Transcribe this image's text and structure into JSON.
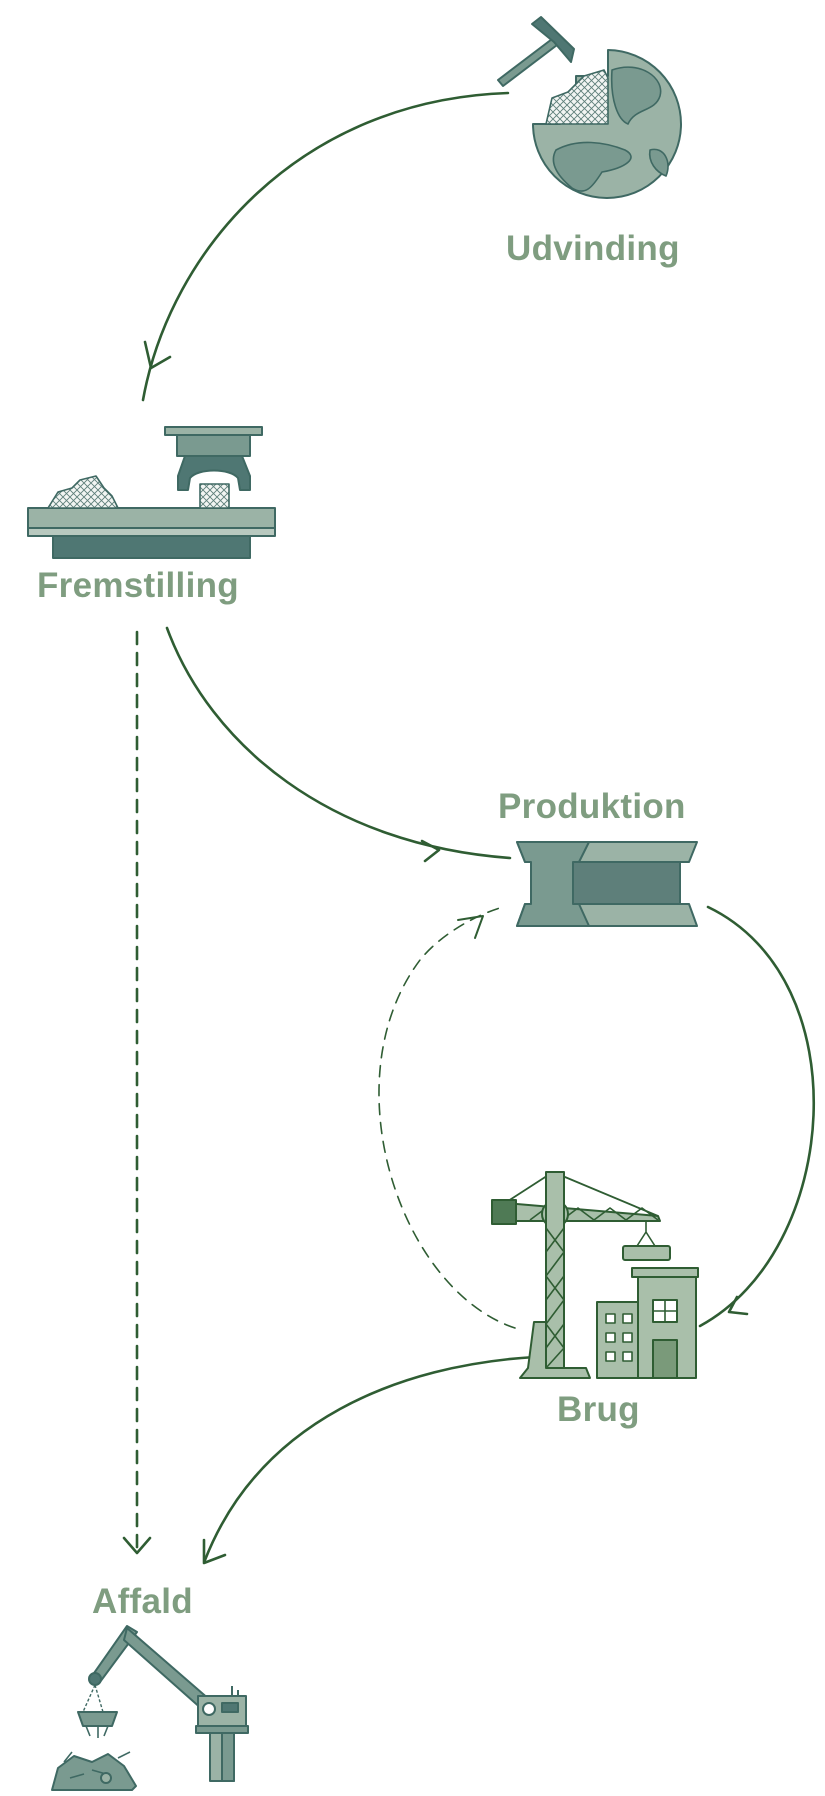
{
  "nodes": {
    "udvinding": {
      "label": "Udvinding",
      "icon": "globe-with-pickaxe-icon"
    },
    "fremstilling": {
      "label": "Fremstilling",
      "icon": "press-machine-icon"
    },
    "produktion": {
      "label": "Produktion",
      "icon": "steel-i-beam-icon"
    },
    "brug": {
      "label": "Brug",
      "icon": "crane-and-building-icon"
    },
    "affald": {
      "label": "Affald",
      "icon": "scrap-crane-icon"
    }
  },
  "flows": [
    {
      "from": "Udvinding",
      "to": "Fremstilling",
      "style": "solid"
    },
    {
      "from": "Fremstilling",
      "to": "Produktion",
      "style": "solid"
    },
    {
      "from": "Fremstilling",
      "to": "Affald",
      "style": "dashed"
    },
    {
      "from": "Produktion",
      "to": "Brug",
      "style": "solid"
    },
    {
      "from": "Brug",
      "to": "Produktion",
      "style": "dashed"
    },
    {
      "from": "Brug",
      "to": "Affald",
      "style": "solid"
    }
  ],
  "colors": {
    "label": "#7f9d80",
    "arrow": "#2f5d33",
    "icon_light": "#9bb3a6",
    "icon_mid": "#7a9a90",
    "icon_dark": "#4f7773",
    "icon_stroke": "#3f6963",
    "crane_green": "#a9bfaa"
  }
}
